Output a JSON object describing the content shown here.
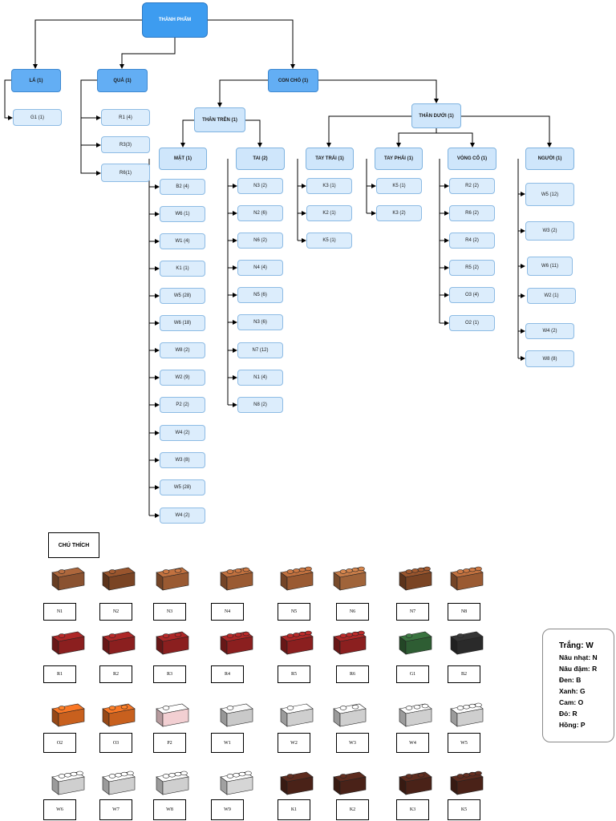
{
  "tree": {
    "root": "THÀNH PHẨM",
    "la": {
      "title": "LÁ (1)",
      "items": [
        "G1 (1)"
      ]
    },
    "qua": {
      "title": "QUẢ (1)",
      "items": [
        "R1 (4)",
        "R3(3)",
        "R6(1)"
      ]
    },
    "con_cho": "CON CHÓ (1)",
    "than_tren": "THÂN TRÊN (1)",
    "than_duoi": "THÂN DƯỚI (1)",
    "mat": {
      "title": "MẶT (1)",
      "items": [
        "B2 (4)",
        "W6 (1)",
        "W1 (4)",
        "K1 (1)",
        "W5 (28)",
        "W6 (18)",
        "W8 (2)",
        "W2 (9)",
        "P2 (2)",
        "W4 (2)",
        "W3 (8)",
        "W5 (28)",
        "W4 (2)"
      ]
    },
    "tai": {
      "title": "TAI (2)",
      "items": [
        "N3 (2)",
        "N2 (6)",
        "N6 (2)",
        "N4 (4)",
        "N5 (6)",
        "N3 (6)",
        "N7 (12)",
        "N1 (4)",
        "N8 (2)"
      ]
    },
    "tay_trai": {
      "title": "TAY TRÁI (1)",
      "items": [
        "K3 (1)",
        "K2 (1)",
        "K5 (1)"
      ]
    },
    "tay_phai": {
      "title": "TAY PHẢI (1)",
      "items": [
        "K5 (1)",
        "K3 (2)"
      ]
    },
    "vong_co": {
      "title": "VÒNG CỔ (1)",
      "items": [
        "R2 (2)",
        "R6 (2)",
        "R4 (2)",
        "R5 (2)",
        "O3 (4)",
        "O2 (1)"
      ]
    },
    "nguoi": {
      "title": "NGƯỜI (1)",
      "items": [
        "W5 (12)",
        "W3 (2)",
        "W6 (11)",
        "W2 (1)",
        "W4 (2)",
        "W8 (8)"
      ]
    }
  },
  "legend": {
    "title": "CHÚ THÍCH",
    "bricks": [
      {
        "code": "N1",
        "color": "#8a5230"
      },
      {
        "code": "N2",
        "color": "#7a4424"
      },
      {
        "code": "N3",
        "color": "#9a5a32"
      },
      {
        "code": "N4",
        "color": "#9a5a32"
      },
      {
        "code": "N5",
        "color": "#9a5a32"
      },
      {
        "code": "N6",
        "color": "#a0643a"
      },
      {
        "code": "N7",
        "color": "#7a4424"
      },
      {
        "code": "N8",
        "color": "#9a5a32"
      },
      {
        "code": "R1",
        "color": "#8b1f1f"
      },
      {
        "code": "R2",
        "color": "#8b1f1f"
      },
      {
        "code": "R3",
        "color": "#8b1f1f"
      },
      {
        "code": "R4",
        "color": "#8b1f1f"
      },
      {
        "code": "R5",
        "color": "#8b1f1f"
      },
      {
        "code": "R6",
        "color": "#8b1f1f"
      },
      {
        "code": "G1",
        "color": "#2e5d33"
      },
      {
        "code": "B2",
        "color": "#2a2a2a"
      },
      {
        "code": "O2",
        "color": "#c8601e"
      },
      {
        "code": "O3",
        "color": "#c8601e"
      },
      {
        "code": "P2",
        "color": "#f2cfd2"
      },
      {
        "code": "W1",
        "color": "#c9c9c9"
      },
      {
        "code": "W2",
        "color": "#cfcfcf"
      },
      {
        "code": "W3",
        "color": "#cfcfcf"
      },
      {
        "code": "W4",
        "color": "#cfcfcf"
      },
      {
        "code": "W5",
        "color": "#cfcfcf"
      },
      {
        "code": "W6",
        "color": "#cfcfcf"
      },
      {
        "code": "W7",
        "color": "#cfcfcf"
      },
      {
        "code": "W8",
        "color": "#cfcfcf"
      },
      {
        "code": "W9",
        "color": "#d6d6d6"
      },
      {
        "code": "K1",
        "color": "#4a2218"
      },
      {
        "code": "K2",
        "color": "#4a2218"
      },
      {
        "code": "K3",
        "color": "#4a2218"
      },
      {
        "code": "K5",
        "color": "#4a2218"
      }
    ],
    "color_key": [
      "Trắng: W",
      "Nâu nhạt: N",
      "Nâu đậm: R",
      "Đen: B",
      "Xanh: G",
      "Cam: O",
      "Đỏ: R",
      "Hồng: P"
    ]
  }
}
